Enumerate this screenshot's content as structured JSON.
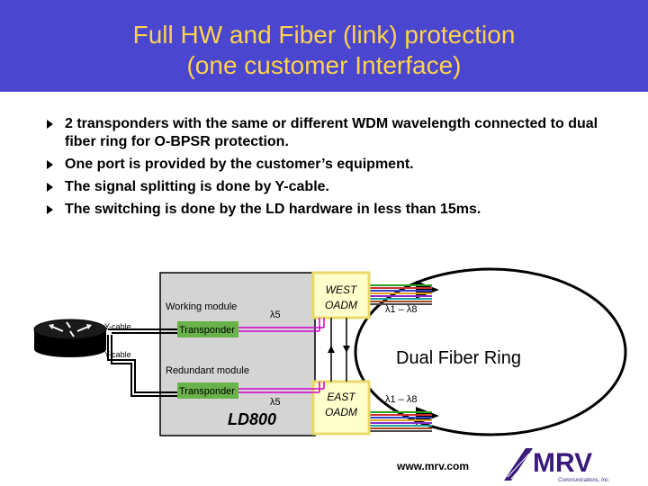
{
  "header": {
    "title_line1": "Full HW and Fiber (link) protection",
    "title_line2": "(one customer Interface)"
  },
  "bullets": [
    "2 transponders with the same or different WDM wavelength connected to dual fiber ring for O-BPSR protection.",
    "One port is provided by the customer’s equipment.",
    "The signal splitting is done by Y-cable.",
    "The switching is done by the LD hardware in less than 15ms."
  ],
  "diagram": {
    "working_module": "Working module",
    "redundant_module": "Redundant module",
    "transponder_top": "Transponder",
    "transponder_bottom": "Transponder",
    "lambda_top": "λ5",
    "lambda_bottom": "λ5",
    "ycable_top": "Y-cable",
    "ycable_bottom": "Y-cable",
    "chassis_label": "LD800",
    "west_line1": "WEST",
    "west_line2": "OADM",
    "east_line1": "EAST",
    "east_line2": "OADM",
    "band_top": "λ1 – λ8",
    "band_bottom": "λ1 – λ8",
    "ring_label": "Dual Fiber Ring"
  },
  "footer": {
    "url": "www.mrv.com",
    "logo_text": "MRV",
    "logo_subtext": "Communications, Inc."
  },
  "colors": {
    "header_bg": "#4a46d0",
    "title_text": "#ffd24a",
    "transponder_fill": "#6ab24a",
    "oadm_fill": "#ffffcc",
    "oadm_border": "#e8d96a",
    "fiber_magenta": "#d000d0",
    "logo_purple": "#3a1a7a"
  }
}
